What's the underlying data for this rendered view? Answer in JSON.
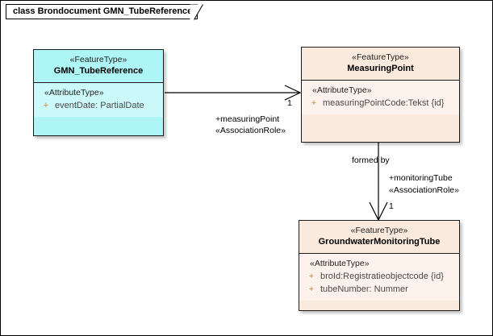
{
  "diagram": {
    "title": "class Brondocument GMN_TubeReference",
    "colors": {
      "feature_type_cyan": "#aef5f5",
      "feature_type_peach": "#faeade",
      "attribute_visibility": "#c8873f",
      "attribute_text": "#4a4a4a",
      "border": "#1b1b1b"
    }
  },
  "classes": [
    {
      "id": "gmn-tube-reference",
      "stereotype": "«FeatureType»",
      "name": "GMN_TubeReference",
      "compartment_stereotype": "«AttributeType»",
      "attributes": [
        {
          "visibility": "+",
          "text": "eventDate: PartialDate"
        }
      ]
    },
    {
      "id": "measuring-point",
      "stereotype": "«FeatureType»",
      "name": "MeasuringPoint",
      "compartment_stereotype": "«AttributeType»",
      "attributes": [
        {
          "visibility": "+",
          "text": "measuringPointCode:Tekst {id}"
        }
      ]
    },
    {
      "id": "groundwater-monitoring-tube",
      "stereotype": "«FeatureType»",
      "name": "GroundwaterMonitoringTube",
      "compartment_stereotype": "«AttributeType»",
      "attributes": [
        {
          "visibility": "+",
          "text": "broId:Registratieobjectcode {id}"
        },
        {
          "visibility": "+",
          "text": "tubeNumber: Nummer"
        }
      ]
    }
  ],
  "associations": [
    {
      "id": "tubereference-to-measuringpoint",
      "source": "GMN_TubeReference",
      "target": "MeasuringPoint",
      "target_multiplicity": "1",
      "role": "+measuringPoint",
      "role_stereotype": "«AssociationRole»"
    },
    {
      "id": "measuringpoint-to-monitoringtube",
      "source": "MeasuringPoint",
      "target": "GroundwaterMonitoringTube",
      "name": "formed by",
      "target_multiplicity": "1",
      "role": "+monitoringTube",
      "role_stereotype": "«AssociationRole»"
    }
  ]
}
